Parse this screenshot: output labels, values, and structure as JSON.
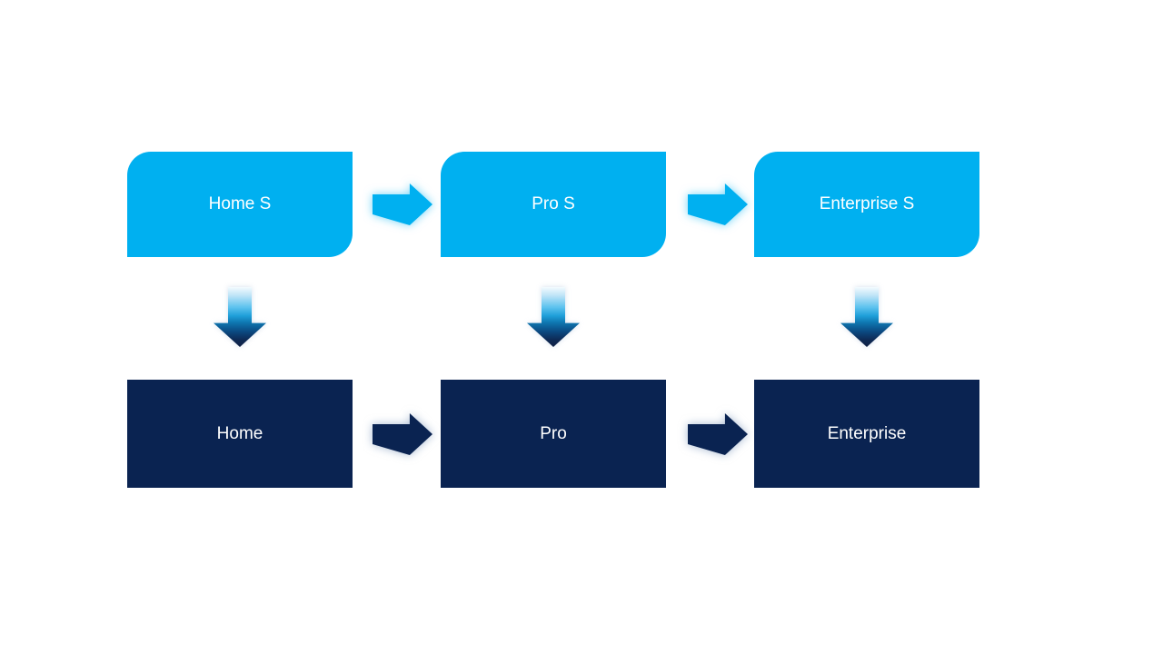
{
  "diagram": {
    "type": "process-upgrade-flow",
    "columns": [
      {
        "top_label": "Home S",
        "bottom_label": "Home"
      },
      {
        "top_label": "Pro S",
        "bottom_label": "Pro"
      },
      {
        "top_label": "Enterprise S",
        "bottom_label": "Enterprise"
      }
    ],
    "edges": [
      {
        "from": "Home S",
        "to": "Pro S",
        "direction": "right"
      },
      {
        "from": "Pro S",
        "to": "Enterprise S",
        "direction": "right"
      },
      {
        "from": "Home",
        "to": "Pro",
        "direction": "right"
      },
      {
        "from": "Pro",
        "to": "Enterprise",
        "direction": "right"
      },
      {
        "from": "Home S",
        "to": "Home",
        "direction": "down"
      },
      {
        "from": "Pro S",
        "to": "Pro",
        "direction": "down"
      },
      {
        "from": "Enterprise S",
        "to": "Enterprise",
        "direction": "down"
      }
    ],
    "colors": {
      "light_blue": "#00b0f0",
      "dark_navy": "#0a2351",
      "text": "#ffffff",
      "background": "#ffffff"
    }
  }
}
